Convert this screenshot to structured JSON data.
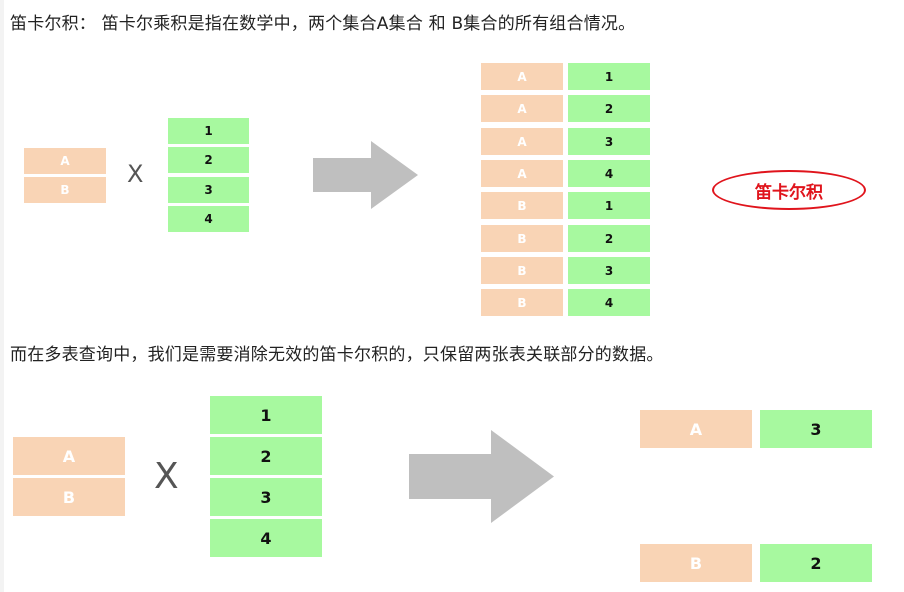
{
  "heading1": "笛卡尔积： 笛卡尔乘积是指在数学中，两个集合A集合  和  B集合的所有组合情况。",
  "heading2": "而在多表查询中，我们是需要消除无效的笛卡尔积的，只保留两张表关联部分的数据。",
  "times_symbol": "X",
  "callout": "笛卡尔积",
  "diagram1": {
    "set_a": [
      "A",
      "B"
    ],
    "set_b": [
      "1",
      "2",
      "3",
      "4"
    ],
    "product": [
      [
        "A",
        "1"
      ],
      [
        "A",
        "2"
      ],
      [
        "A",
        "3"
      ],
      [
        "A",
        "4"
      ],
      [
        "B",
        "1"
      ],
      [
        "B",
        "2"
      ],
      [
        "B",
        "3"
      ],
      [
        "B",
        "4"
      ]
    ]
  },
  "diagram2": {
    "set_a": [
      "A",
      "B"
    ],
    "set_b": [
      "1",
      "2",
      "3",
      "4"
    ],
    "result": [
      [
        "A",
        "3"
      ],
      [
        "B",
        "2"
      ]
    ]
  },
  "colors": {
    "peach": "#f9d4b5",
    "green": "#a7f99f",
    "arrow": "#bfbfbf",
    "callout": "#e0141c"
  }
}
